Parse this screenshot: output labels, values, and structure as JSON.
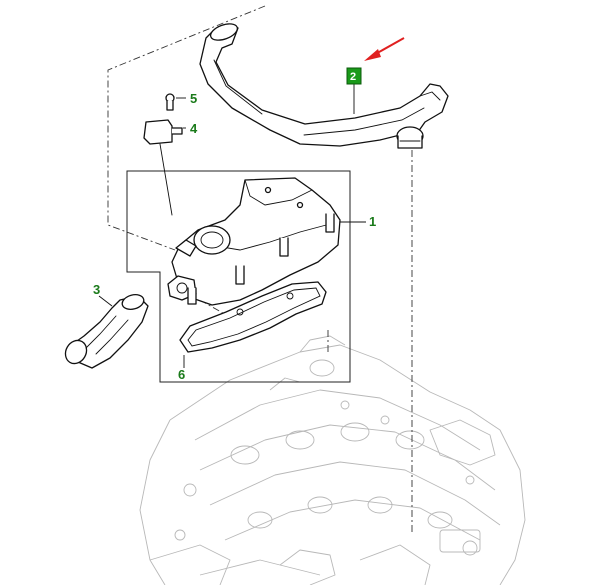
{
  "diagram": {
    "callouts": [
      {
        "id": "1",
        "label": "1"
      },
      {
        "id": "2",
        "label": "2"
      },
      {
        "id": "3",
        "label": "3"
      },
      {
        "id": "4",
        "label": "4"
      },
      {
        "id": "5",
        "label": "5"
      },
      {
        "id": "6",
        "label": "6"
      }
    ],
    "colors": {
      "callout_green": "#1a7a1a",
      "highlight_box": "#1a9a1a",
      "pointer_arrow": "#e02020",
      "line_art": "#111111",
      "background_engine": "#b8b8b8"
    }
  }
}
